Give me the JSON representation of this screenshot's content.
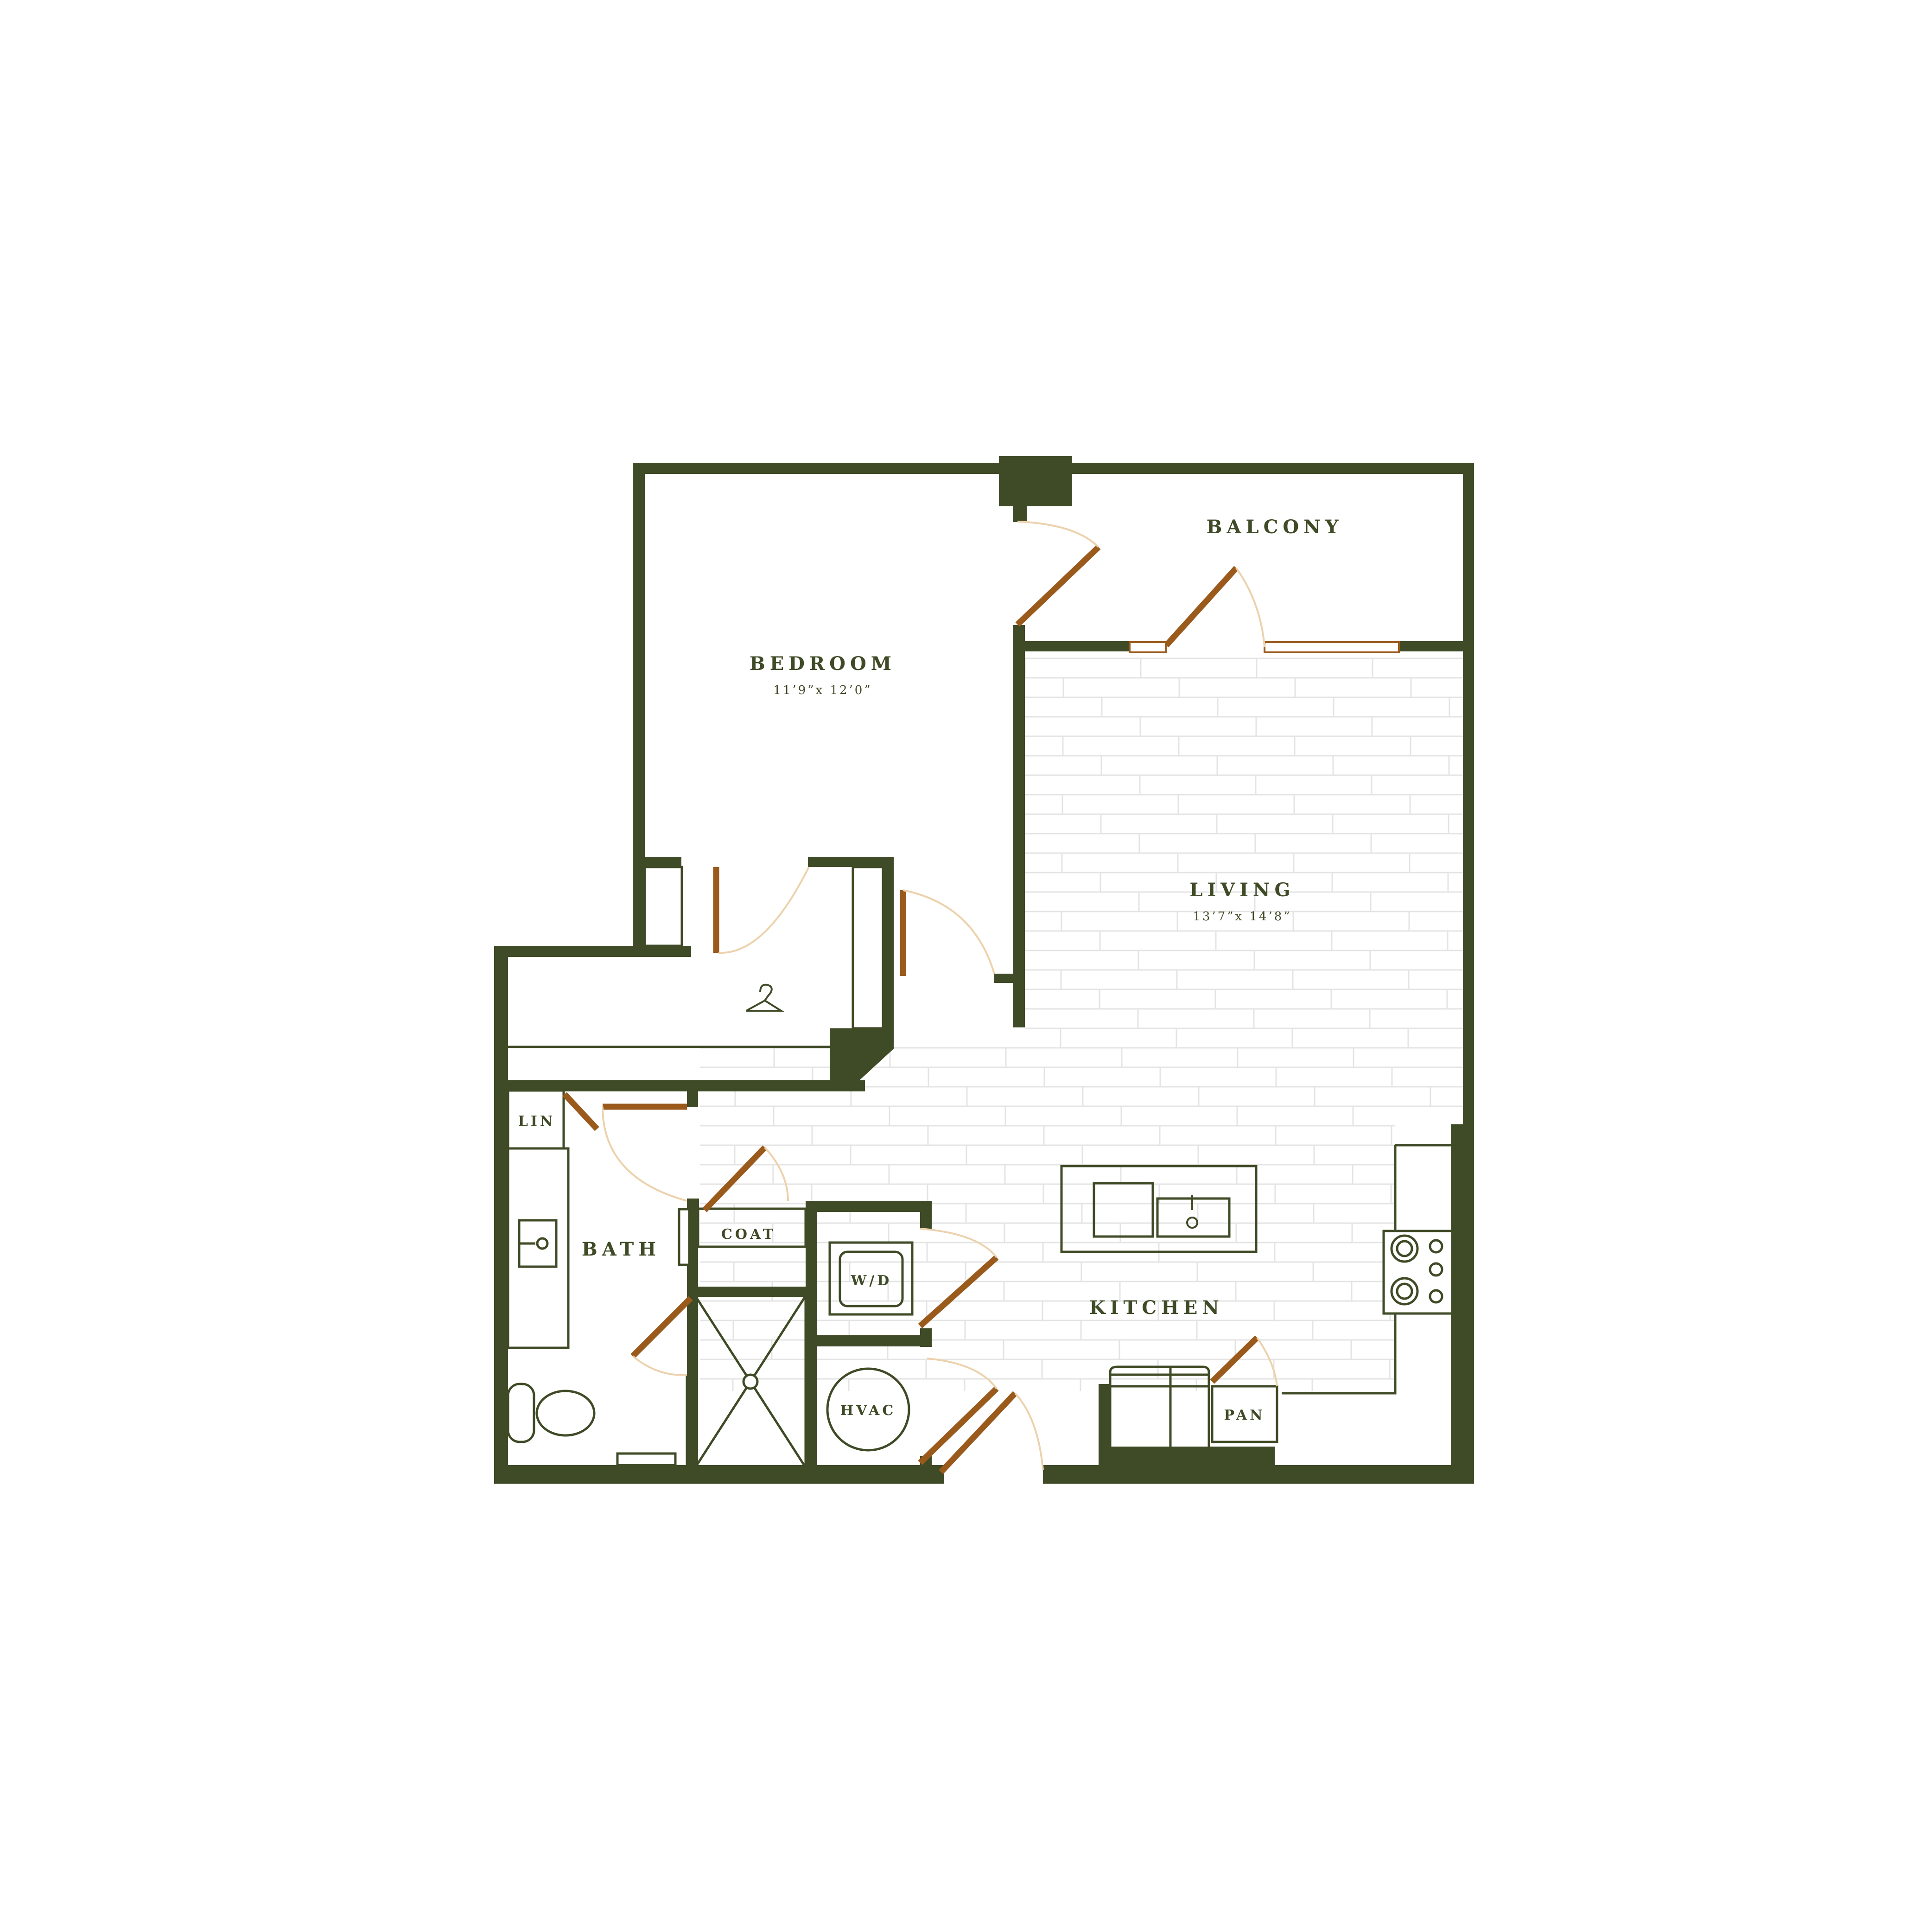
{
  "colors": {
    "background": "#ffffff",
    "wall": "#3f4a26",
    "door": "#9a5a1c",
    "door_swing": "#ecd2ad",
    "floor_plank": "#e4e4e4",
    "text": "#3f4a26"
  },
  "rooms": {
    "bedroom": {
      "name": "BEDROOM",
      "dimensions": "11’9”x 12’0”"
    },
    "balcony": {
      "name": "BALCONY"
    },
    "living": {
      "name": "LIVING",
      "dimensions": "13’7”x 14’8”"
    },
    "bath": {
      "name": "BATH"
    },
    "kitchen": {
      "name": "KITCHEN"
    }
  },
  "fixtures": {
    "linen": "LIN",
    "coat": "COAT",
    "washer_dryer": "W/D",
    "hvac": "HVAC",
    "pantry": "PAN"
  },
  "icons": {
    "closet": "hanger-icon",
    "sink": "sink-icon",
    "range": "cooktop-icon",
    "toilet": "toilet-icon",
    "shower": "shower-icon"
  }
}
